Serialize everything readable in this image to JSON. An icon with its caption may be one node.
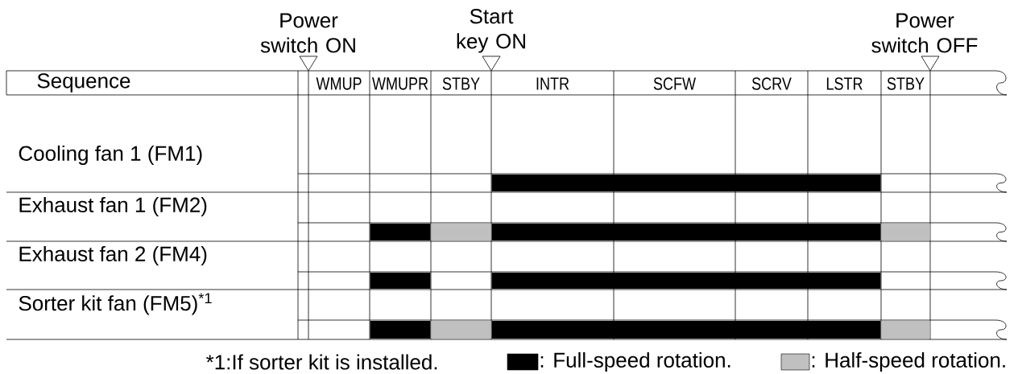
{
  "diagram": {
    "nodes": [
      {
        "text": [],
        "shape": "bar"
      },
      {
        "text": [],
        "shape": "bar"
      },
      {
        "text": [],
        "shape": "bar"
      },
      {
        "text": [],
        "shape": "bar"
      },
      {
        "text": [],
        "shape": "bar"
      },
      {
        "text": [],
        "shape": "bar"
      },
      {
        "text": [],
        "shape": "bar"
      },
      {
        "text": [],
        "shape": "bar"
      },
      {
        "text": [],
        "shape": "bar"
      },
      {
        "text": [],
        "shape": "bar"
      },
      {
        "text": [],
        "shape": "bar"
      }
    ],
    "labels": [
      "Power switch ON",
      "Start key ON",
      "Power switch OFF",
      "Sequence",
      "WMUP",
      "WMUPR",
      "STBY",
      "INTR",
      "SCFW",
      "SCRV",
      "LSTR",
      "STBY",
      "Cooling fan 1 (FM1)",
      "Exhaust fan 1 (FM2)",
      "Exhaust fan 2 (FM4)",
      "Sorter kit fan (FM5)$^{*1}$",
      "*1:If sorter kit is installed."
    ],
    "legend": [
      {
        "text": ": Full-speed rotation.",
        "color": "#000000"
      },
      {
        "text": ": Half-speed rotation.",
        "color": "#c0c0c0"
      }
    ]
  }
}
